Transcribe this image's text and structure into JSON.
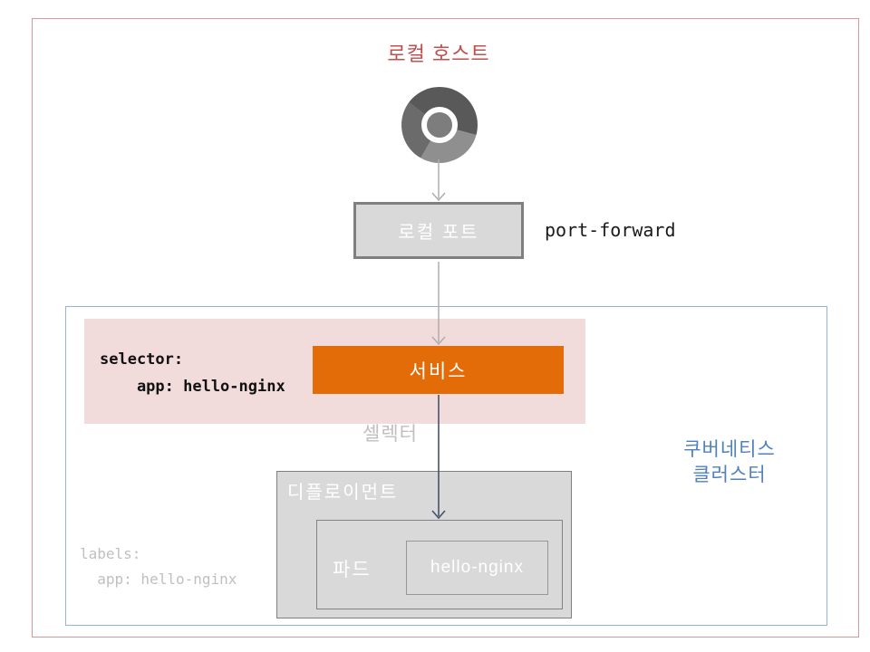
{
  "colors": {
    "title_red": "#C0504D",
    "border_red": "#D99694",
    "cluster_blue": "#95B3D7",
    "cluster_text": "#4F81BD",
    "box_fill": "#D9D9D9",
    "box_border": "#7F7F7F",
    "accent_orange": "#E36C09",
    "band_pink": "#F2DCDB",
    "muted_text": "#BFBFBF",
    "arrow_gray": "#ADADAD",
    "arrow_dark": "#44546A",
    "code_text": "#1A1A1A"
  },
  "local_host": {
    "title": "로컬 호스트",
    "browser_icon": "chrome-browser-icon",
    "local_port_label": "로컬 포트",
    "port_forward_label": "port-forward"
  },
  "cluster": {
    "name_line1": "쿠버네티스",
    "name_line2": "클러스터",
    "service": {
      "label": "서비스",
      "selector_code": [
        "selector:",
        "    app: hello-nginx"
      ],
      "selector_label": "셀렉터"
    },
    "deployment": {
      "label": "디플로이먼트",
      "labels_code": [
        "labels:",
        "  app: hello-nginx"
      ],
      "pod": {
        "label": "파드",
        "container_label": "hello-nginx"
      }
    }
  }
}
